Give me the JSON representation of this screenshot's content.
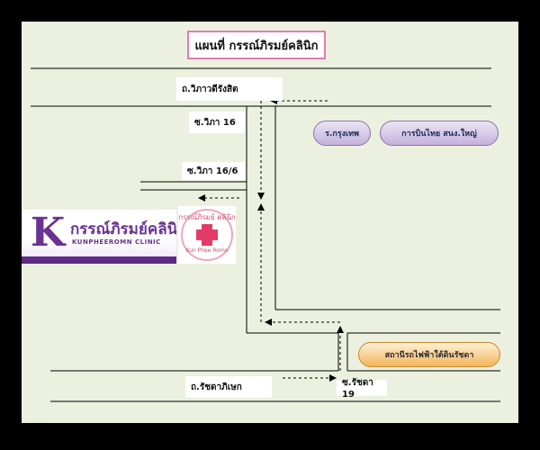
{
  "title": "แผนที่ กรรณ์ภิรมย์คลินิก",
  "roads": {
    "vibhavadi": "ถ.วิภาวดีรังสิต",
    "ratchada": "ถ.รัชดาภิเษก"
  },
  "sois": {
    "vibha16": "ซ.วิภา 16",
    "vibha16_6": "ซ.วิภา 16/6",
    "ratchada19": "ซ.รัชดา 19"
  },
  "landmarks": {
    "krungthep": "ร.กรุงเทพ",
    "thai_airways": "การบินไทย สนง.ใหญ่",
    "substation": "สถานีรถไฟฟ้าใต้ดินรัชดา"
  },
  "clinic": {
    "logo_letter": "K",
    "name_thai": "กรรณ์ภิรมย์คลินิก",
    "name_eng": "KUNPHEEROMN CLINIC",
    "seal_top": "กรรณ์ภิรมย์ คลินิก",
    "seal_bottom": "Kun Phee Romn"
  },
  "colors": {
    "map_bg": "#ebf1de",
    "road": "#000000",
    "brand_purple": "#6a3391",
    "title_border": "#e27bb6"
  }
}
